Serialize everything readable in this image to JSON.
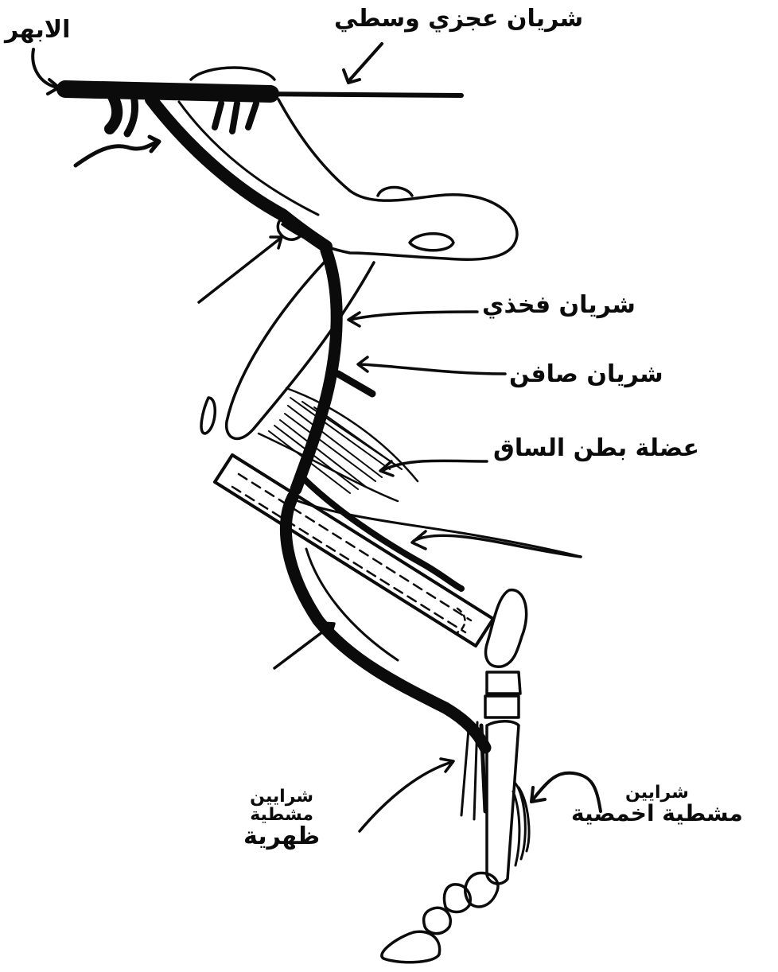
{
  "labels": {
    "abhar": "الابهر",
    "median_sacral_artery": "شريان عجزي وسطي",
    "femoral_artery": "شريان فخذي",
    "saphenous_artery": "شريان صافن",
    "gastrocnemius_muscle": "عضلة بطن الساق",
    "dorsal_digital_arteries": [
      "شرايين",
      "مشطية",
      "ظهرية"
    ],
    "palmar_digital_arteries": [
      "شرايين",
      "مشطية اخمصية"
    ]
  },
  "colors": {
    "ink": "#0b0b0b",
    "background": "#ffffff"
  }
}
